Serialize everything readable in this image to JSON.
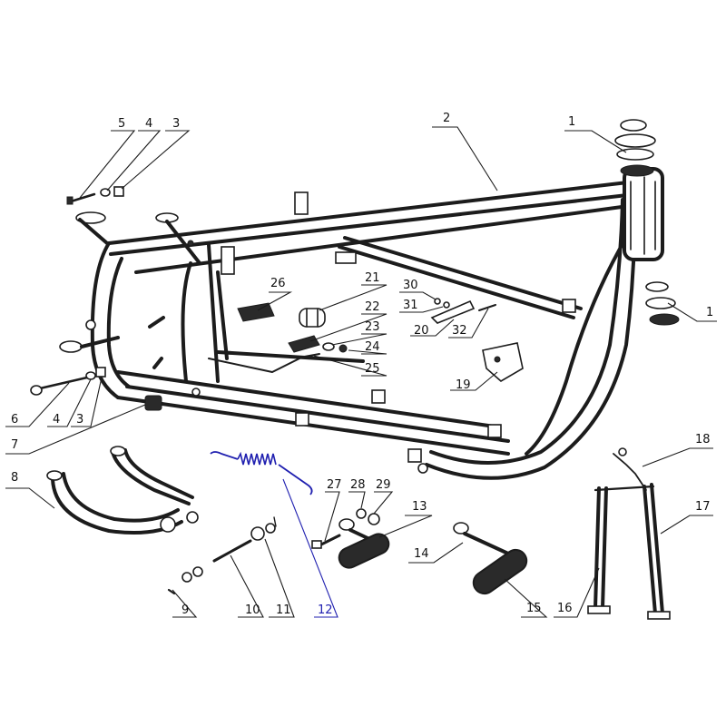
{
  "diagram": {
    "ink_color": "#1c1c1c",
    "highlight_color": "#2020b0",
    "highlighted_part": "12",
    "callouts": [
      {
        "id": "c-1a",
        "label": "1"
      },
      {
        "id": "c-1b",
        "label": "1"
      },
      {
        "id": "c-2",
        "label": "2"
      },
      {
        "id": "c-3a",
        "label": "3"
      },
      {
        "id": "c-3b",
        "label": "3"
      },
      {
        "id": "c-4a",
        "label": "4"
      },
      {
        "id": "c-4b",
        "label": "4"
      },
      {
        "id": "c-5",
        "label": "5"
      },
      {
        "id": "c-6",
        "label": "6"
      },
      {
        "id": "c-7",
        "label": "7"
      },
      {
        "id": "c-8",
        "label": "8"
      },
      {
        "id": "c-9",
        "label": "9"
      },
      {
        "id": "c-10",
        "label": "10"
      },
      {
        "id": "c-11",
        "label": "11"
      },
      {
        "id": "c-12",
        "label": "12"
      },
      {
        "id": "c-13",
        "label": "13"
      },
      {
        "id": "c-14",
        "label": "14"
      },
      {
        "id": "c-15",
        "label": "15"
      },
      {
        "id": "c-16",
        "label": "16"
      },
      {
        "id": "c-17",
        "label": "17"
      },
      {
        "id": "c-18",
        "label": "18"
      },
      {
        "id": "c-19",
        "label": "19"
      },
      {
        "id": "c-20",
        "label": "20"
      },
      {
        "id": "c-21",
        "label": "21"
      },
      {
        "id": "c-22",
        "label": "22"
      },
      {
        "id": "c-23",
        "label": "23"
      },
      {
        "id": "c-24",
        "label": "24"
      },
      {
        "id": "c-25",
        "label": "25"
      },
      {
        "id": "c-26",
        "label": "26"
      },
      {
        "id": "c-27",
        "label": "27"
      },
      {
        "id": "c-28",
        "label": "28"
      },
      {
        "id": "c-29",
        "label": "29"
      },
      {
        "id": "c-30",
        "label": "30"
      },
      {
        "id": "c-31",
        "label": "31"
      },
      {
        "id": "c-32",
        "label": "32"
      }
    ]
  }
}
